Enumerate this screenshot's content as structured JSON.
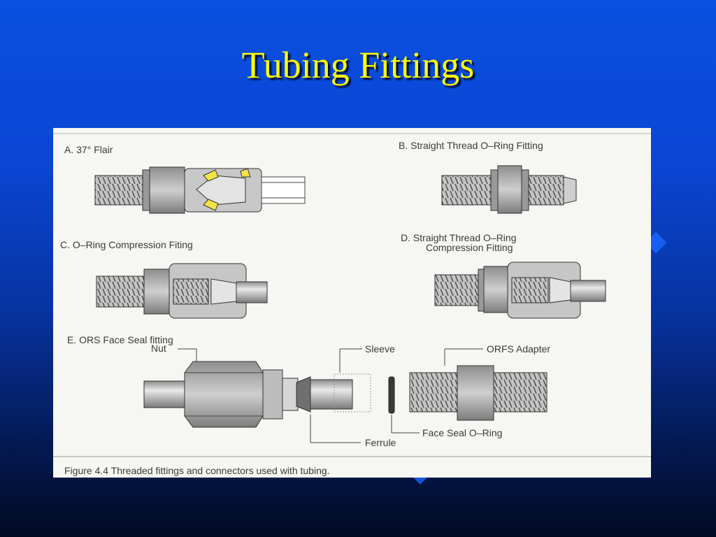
{
  "slide": {
    "title": "Tubing Fittings"
  },
  "figure": {
    "panel_a": "A. 37° Flair",
    "panel_b": "B. Straight Thread O–Ring Fitting",
    "panel_c": "C. O–Ring Compression Fiting",
    "panel_d_line1": "D. Straight Thread O–Ring",
    "panel_d_line2": "Compression Fitting",
    "panel_e": "E. ORS Face Seal fitting",
    "callouts": {
      "nut": "Nut",
      "sleeve": "Sleeve",
      "orfs_adapter": "ORFS Adapter",
      "face_seal_oring": "Face Seal O–Ring",
      "ferrule": "Ferrule"
    },
    "caption": "Figure 4.4 Threaded fittings and connectors used with tubing."
  },
  "colors": {
    "title": "#ffff00",
    "background_top": "#0a4fe0",
    "background_bottom": "#020a22",
    "figure_bg": "#f6f6f2",
    "metal": "#b8b8b8",
    "seal_highlight": "#f2e24a"
  }
}
